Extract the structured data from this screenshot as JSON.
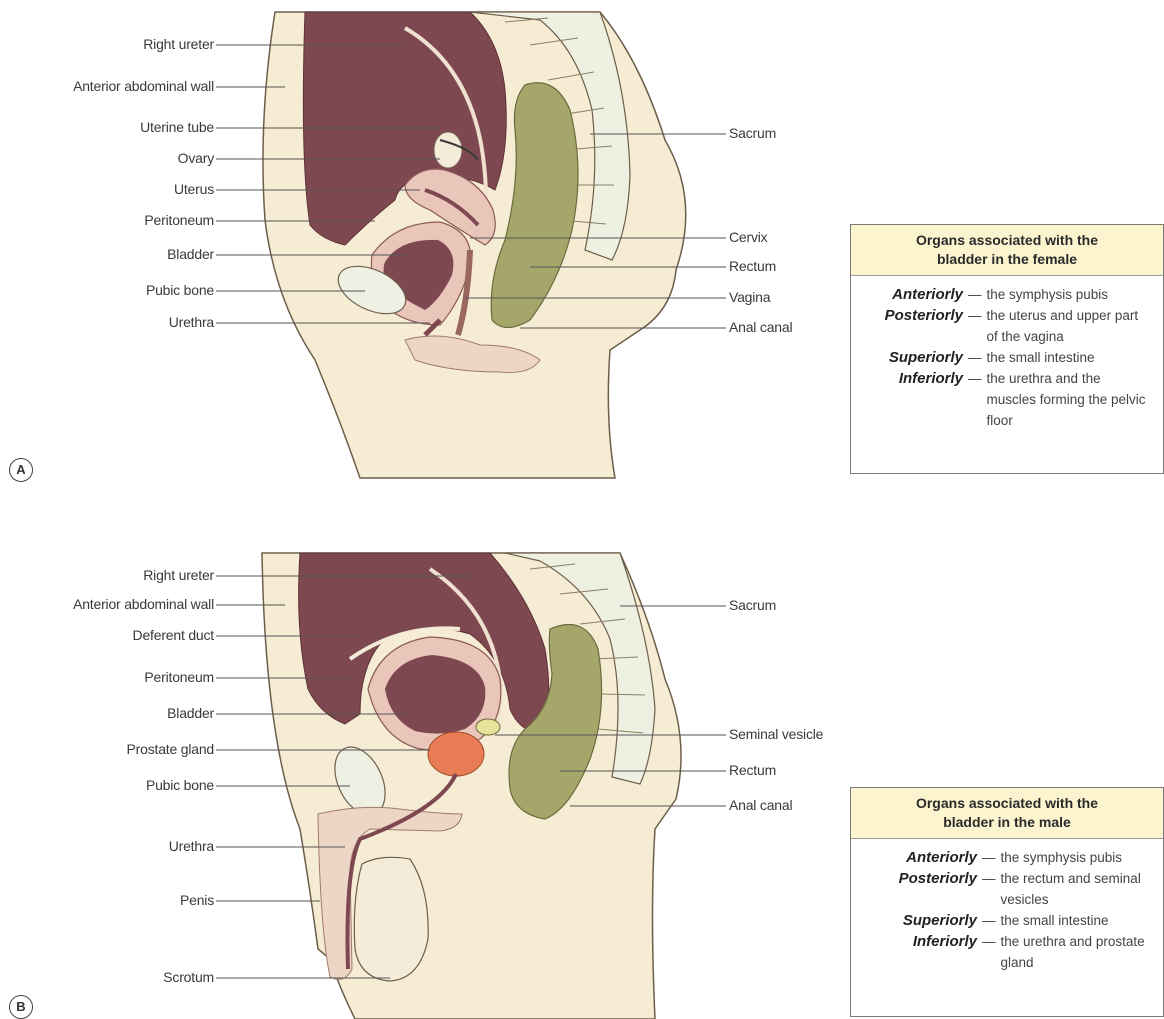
{
  "panel_a": {
    "letter": "A",
    "left_labels": [
      "Right ureter",
      "Anterior abdominal wall",
      "Uterine tube",
      "Ovary",
      "Uterus",
      "Peritoneum",
      "Bladder",
      "Pubic bone",
      "Urethra"
    ],
    "right_labels": [
      "Sacrum",
      "Cervix",
      "Rectum",
      "Vagina",
      "Anal canal"
    ],
    "box": {
      "title": "Organs associated with the bladder in the female",
      "rows": [
        {
          "direction": "Anteriorly",
          "text": "the symphysis pubis"
        },
        {
          "direction": "Posteriorly",
          "text": "the uterus and upper part of the vagina"
        },
        {
          "direction": "Superiorly",
          "text": "the small intestine"
        },
        {
          "direction": "Inferiorly",
          "text": "the urethra and the muscles forming the pelvic floor"
        }
      ]
    }
  },
  "panel_b": {
    "letter": "B",
    "left_labels": [
      "Right ureter",
      "Anterior abdominal wall",
      "Deferent duct",
      "Peritoneum",
      "Bladder",
      "Prostate gland",
      "Pubic bone",
      "Urethra",
      "Penis",
      "Scrotum"
    ],
    "right_labels": [
      "Sacrum",
      "Seminal vesicle",
      "Rectum",
      "Anal canal"
    ],
    "box": {
      "title": "Organs associated with the bladder in the male",
      "rows": [
        {
          "direction": "Anteriorly",
          "text": "the symphysis pubis"
        },
        {
          "direction": "Posteriorly",
          "text": "the rectum and seminal vesicles"
        },
        {
          "direction": "Superiorly",
          "text": "the small intestine"
        },
        {
          "direction": "Inferiorly",
          "text": "the urethra and prostate gland"
        }
      ]
    }
  },
  "colors": {
    "skin": "#f6ecd3",
    "intestine": "#7e4850",
    "bladder_wall": "#e9c6b9",
    "rectum": "#a5a66a",
    "prostate": "#e87c55",
    "bone": "#eff0e4",
    "box_header": "#fcf4cf",
    "leader": "#555555"
  }
}
